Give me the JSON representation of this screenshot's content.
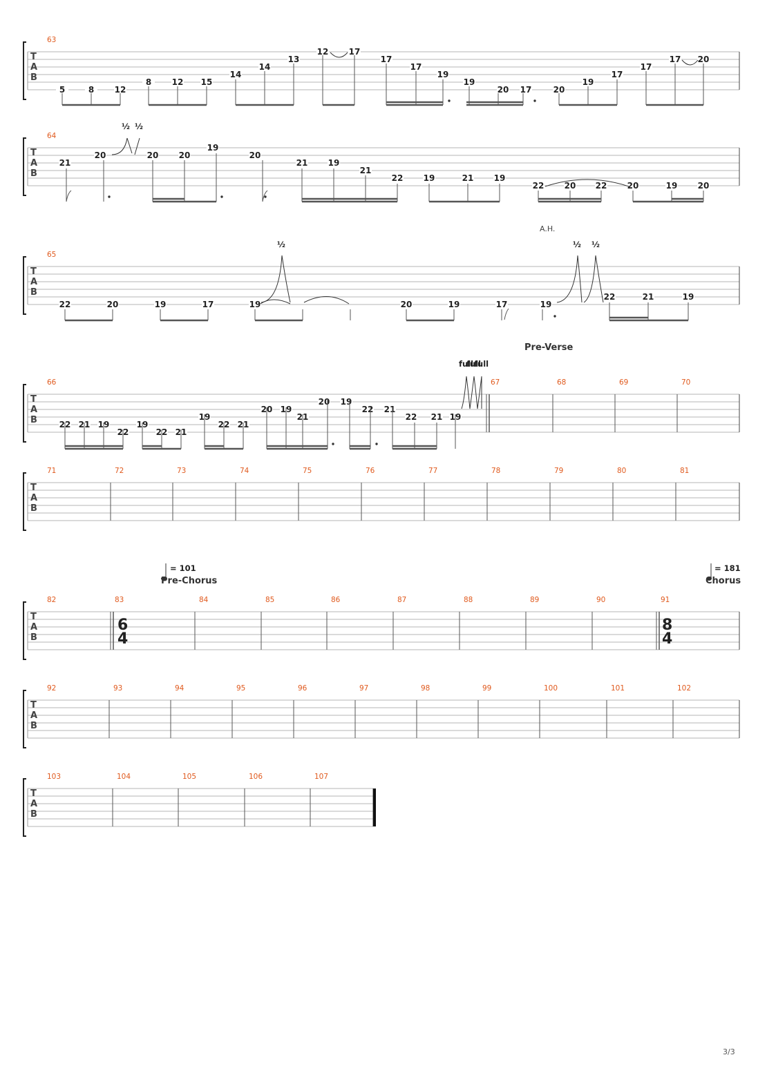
{
  "page_number": "3/3",
  "clef_letters": [
    "T",
    "A",
    "B"
  ],
  "section_labels": {
    "pre_verse": "Pre-Verse",
    "pre_chorus": "Pre-Chorus",
    "chorus": "Chorus"
  },
  "tempo_markings": {
    "pre_chorus": "= 101",
    "chorus": "= 181"
  },
  "time_signatures": {
    "m83": {
      "top": "6",
      "bottom": "4"
    },
    "m91": {
      "top": "8",
      "bottom": "4"
    }
  },
  "technique_labels": {
    "half_bend": "½",
    "full_bend": "full",
    "artificial_harmonic": "A.H."
  },
  "colors": {
    "measure_number": "#e05a1e",
    "staff_line": "#b5b5b5",
    "note_text": "#222222"
  },
  "systems": [
    {
      "measures": [
        "63"
      ],
      "notes": [
        {
          "fret": "5",
          "string": 6
        },
        {
          "fret": "8",
          "string": 6
        },
        {
          "fret": "12",
          "string": 6
        },
        {
          "fret": "8",
          "string": 5
        },
        {
          "fret": "12",
          "string": 5
        },
        {
          "fret": "15",
          "string": 5
        },
        {
          "fret": "14",
          "string": 4
        },
        {
          "fret": "14",
          "string": 3
        },
        {
          "fret": "13",
          "string": 2
        },
        {
          "fret": "12",
          "string": 1
        },
        {
          "fret": "17",
          "string": 1
        },
        {
          "fret": "17",
          "string": 2
        },
        {
          "fret": "17",
          "string": 3
        },
        {
          "fret": "19",
          "string": 4
        },
        {
          "fret": "19",
          "string": 5
        },
        {
          "fret": "20",
          "string": 6
        },
        {
          "fret": "17",
          "string": 6
        },
        {
          "fret": "20",
          "string": 6
        },
        {
          "fret": "19",
          "string": 5
        },
        {
          "fret": "17",
          "string": 4
        },
        {
          "fret": "17",
          "string": 3
        },
        {
          "fret": "17",
          "string": 2
        },
        {
          "fret": "20",
          "string": 2
        }
      ]
    },
    {
      "measures": [
        "64"
      ],
      "notes": [
        {
          "fret": "21",
          "string": 3
        },
        {
          "fret": "20",
          "string": 2
        },
        {
          "fret": "20",
          "string": 2
        },
        {
          "fret": "20",
          "string": 2
        },
        {
          "fret": "19",
          "string": 1
        },
        {
          "fret": "20",
          "string": 2
        },
        {
          "fret": "21",
          "string": 3
        },
        {
          "fret": "19",
          "string": 3
        },
        {
          "fret": "21",
          "string": 4
        },
        {
          "fret": "22",
          "string": 5
        },
        {
          "fret": "19",
          "string": 5
        },
        {
          "fret": "21",
          "string": 5
        },
        {
          "fret": "19",
          "string": 5
        },
        {
          "fret": "22",
          "string": 6
        },
        {
          "fret": "20",
          "string": 6
        },
        {
          "fret": "22",
          "string": 6
        },
        {
          "fret": "20",
          "string": 6
        },
        {
          "fret": "19",
          "string": 6
        },
        {
          "fret": "20",
          "string": 6
        }
      ]
    },
    {
      "measures": [
        "65"
      ],
      "notes": [
        {
          "fret": "22",
          "string": 6
        },
        {
          "fret": "20",
          "string": 6
        },
        {
          "fret": "19",
          "string": 6
        },
        {
          "fret": "17",
          "string": 6
        },
        {
          "fret": "19",
          "string": 6
        },
        {
          "fret": "20",
          "string": 6
        },
        {
          "fret": "19",
          "string": 6
        },
        {
          "fret": "17",
          "string": 6
        },
        {
          "fret": "19",
          "string": 6
        },
        {
          "fret": "22",
          "string": 5
        },
        {
          "fret": "21",
          "string": 5
        },
        {
          "fret": "19",
          "string": 5
        }
      ]
    },
    {
      "measures": [
        "66",
        "67",
        "68",
        "69",
        "70"
      ],
      "notes": [
        {
          "fret": "22",
          "string": 5
        },
        {
          "fret": "21",
          "string": 5
        },
        {
          "fret": "19",
          "string": 5
        },
        {
          "fret": "22",
          "string": 6
        },
        {
          "fret": "19",
          "string": 5
        },
        {
          "fret": "22",
          "string": 6
        },
        {
          "fret": "21",
          "string": 6
        },
        {
          "fret": "19",
          "string": 4
        },
        {
          "fret": "22",
          "string": 5
        },
        {
          "fret": "21",
          "string": 5
        },
        {
          "fret": "20",
          "string": 3
        },
        {
          "fret": "19",
          "string": 3
        },
        {
          "fret": "21",
          "string": 4
        },
        {
          "fret": "20",
          "string": 2
        },
        {
          "fret": "19",
          "string": 2
        },
        {
          "fret": "22",
          "string": 3
        },
        {
          "fret": "21",
          "string": 3
        },
        {
          "fret": "22",
          "string": 4
        },
        {
          "fret": "21",
          "string": 4
        },
        {
          "fret": "19",
          "string": 4
        }
      ]
    },
    {
      "measures": [
        "71",
        "72",
        "73",
        "74",
        "75",
        "76",
        "77",
        "78",
        "79",
        "80",
        "81"
      ]
    },
    {
      "measures": [
        "82",
        "83",
        "84",
        "85",
        "86",
        "87",
        "88",
        "89",
        "90",
        "91"
      ]
    },
    {
      "measures": [
        "92",
        "93",
        "94",
        "95",
        "96",
        "97",
        "98",
        "99",
        "100",
        "101",
        "102"
      ]
    },
    {
      "measures": [
        "103",
        "104",
        "105",
        "106",
        "107"
      ]
    }
  ]
}
